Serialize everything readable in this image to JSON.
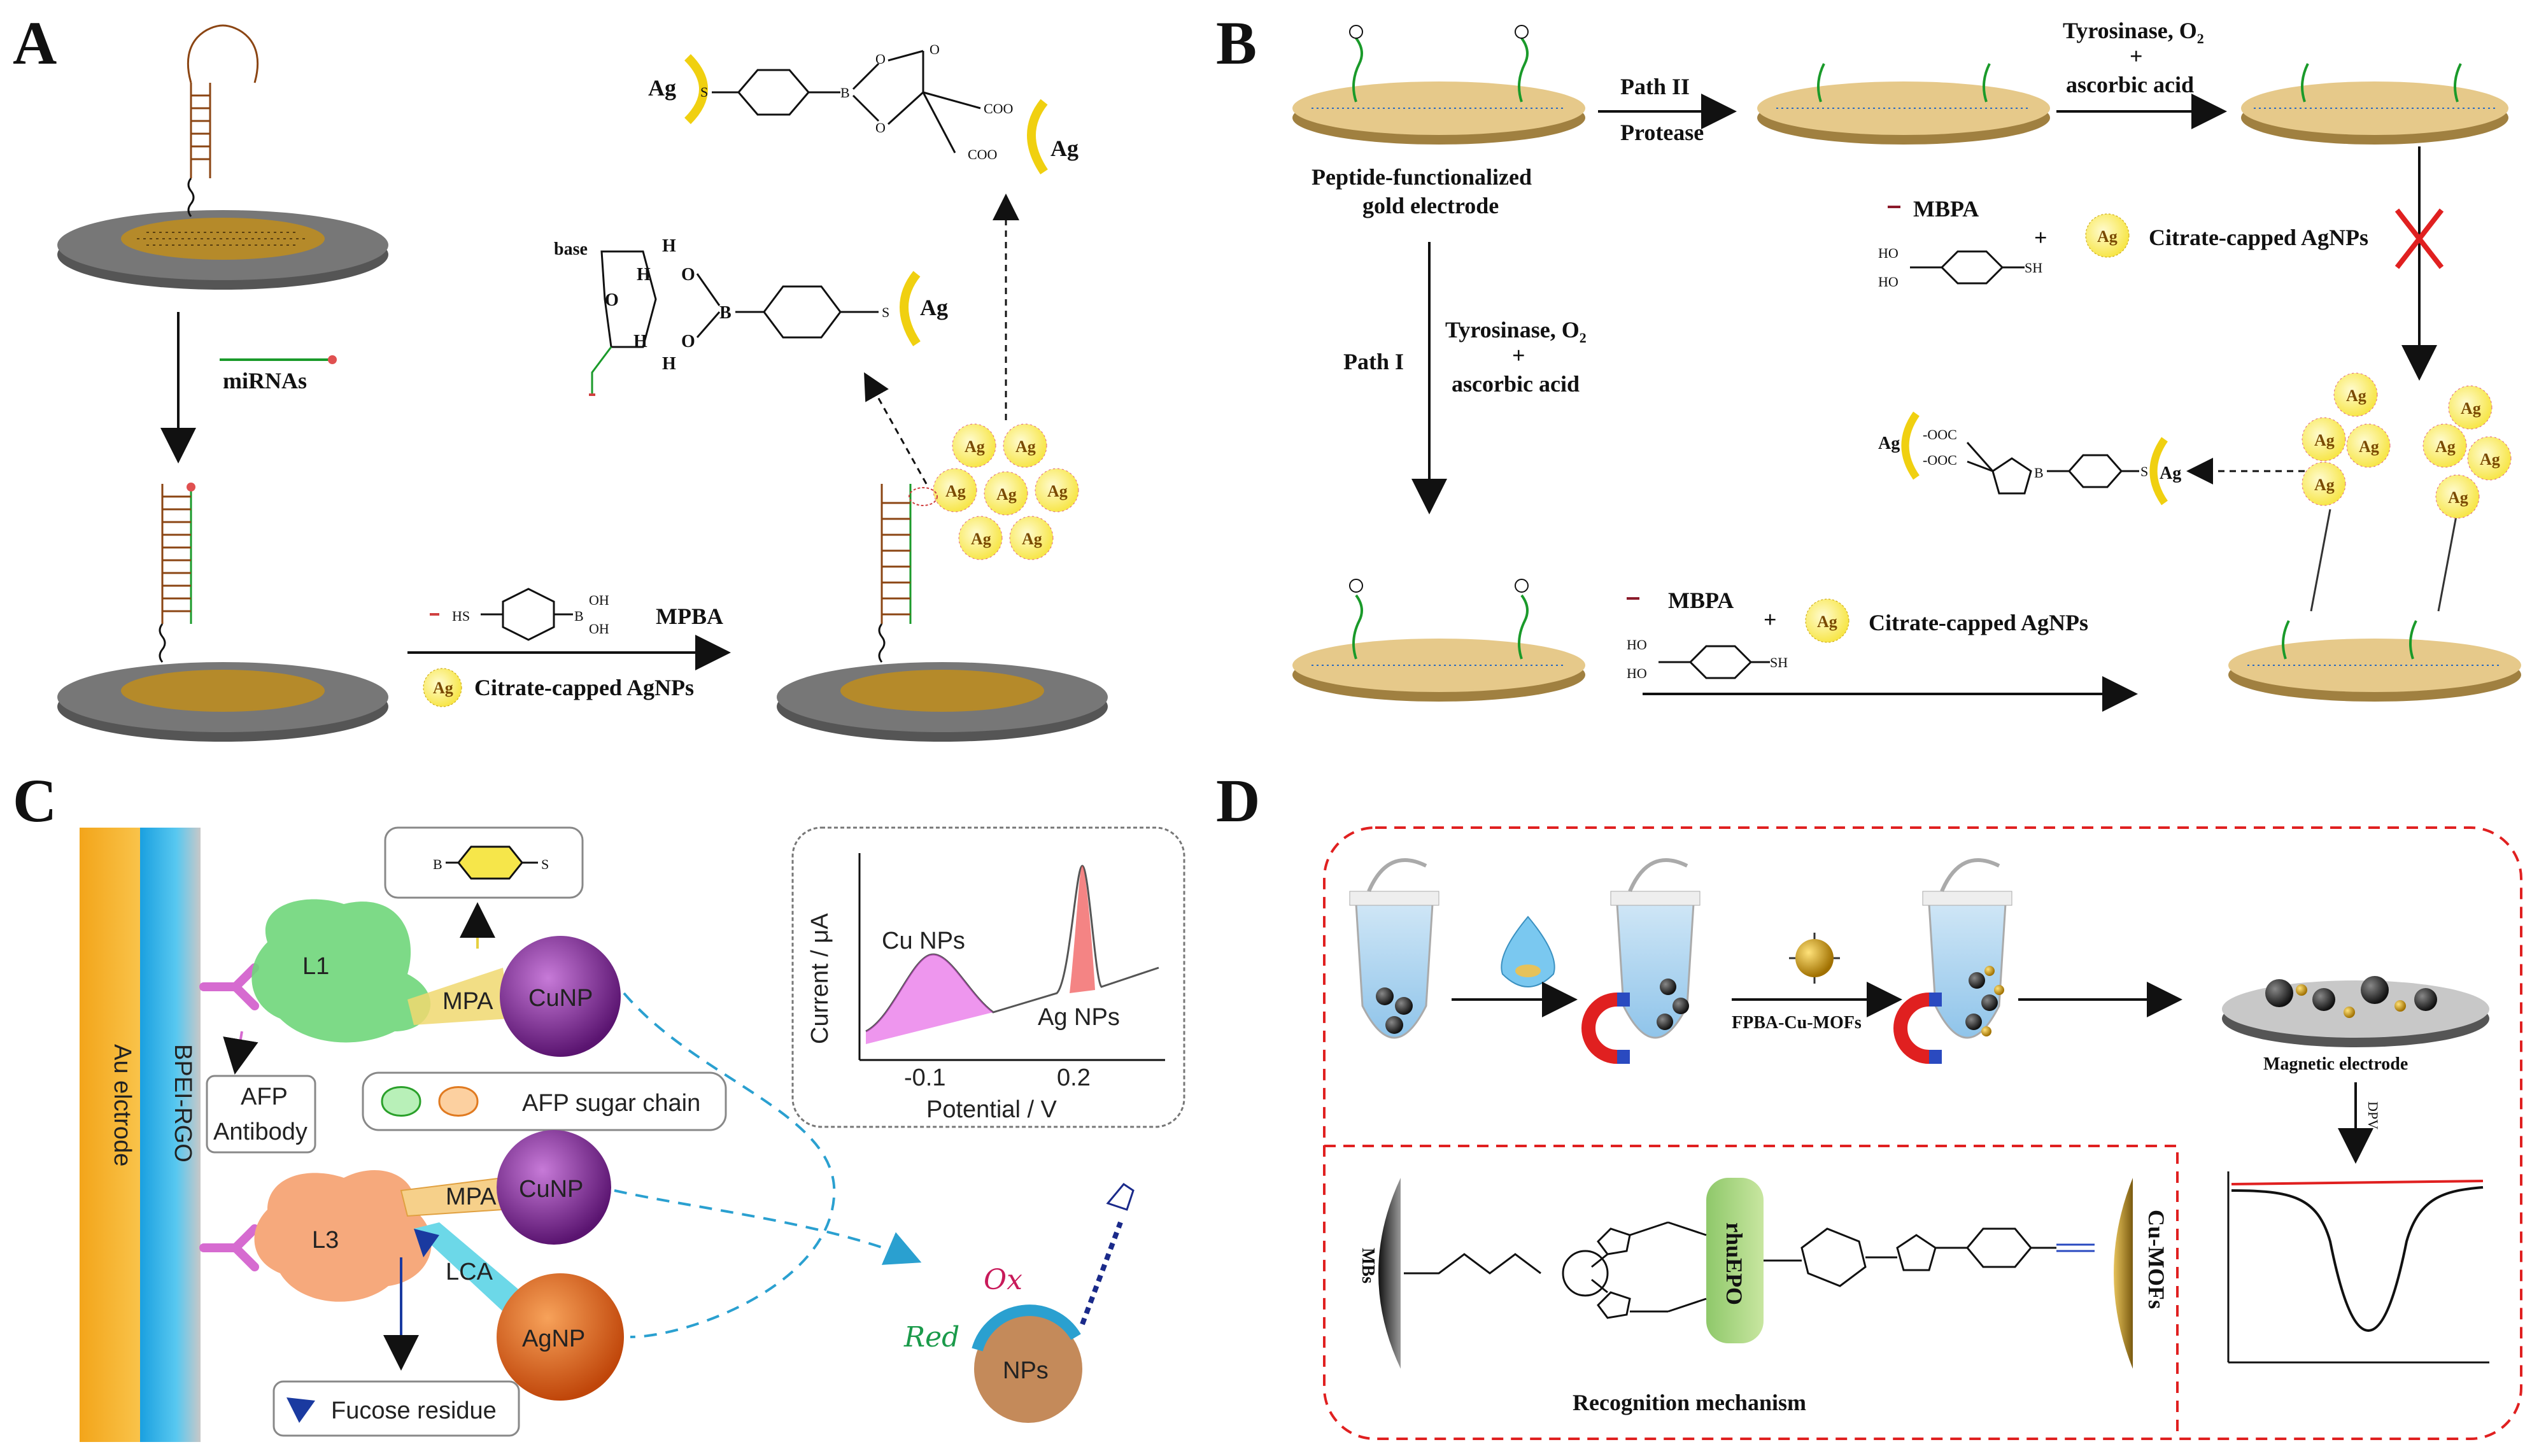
{
  "panels": {
    "A": {
      "letter": "A",
      "mirnas": "miRNAs",
      "mpba": "MPBA",
      "hs": "HS",
      "oh1": "OH",
      "oh2": "OH",
      "b": "B",
      "ag_label": "Ag",
      "citrate": "Citrate-capped AgNPs",
      "base": "base",
      "h": "H",
      "o": "O",
      "s": "S",
      "coo": "COO",
      "minus": "-"
    },
    "B": {
      "letter": "B",
      "peptide_line1": "Peptide-functionalized",
      "peptide_line2": "gold electrode",
      "path2": "Path II",
      "protease": "Protease",
      "tyrosinase": "Tyrosinase, O",
      "sub2": "2",
      "plus": "+",
      "ascorbic": "ascorbic acid",
      "path1": "Path I",
      "mbpa": "MBPA",
      "citrate": "Citrate-capped AgNPs",
      "ho": "HO",
      "sh": "SH",
      "ooc": "-OOC",
      "ag": "Ag"
    },
    "C": {
      "letter": "C",
      "au_electrode": "Au elctrode",
      "bpei": "BPEI-RGO",
      "l1": "L1",
      "l3": "L3",
      "mpa": "MPA",
      "cunp": "CuNP",
      "agnp": "AgNP",
      "lca": "LCA",
      "afp_antibody_line1": "AFP",
      "afp_antibody_line2": "Antibody",
      "afp_sugar": "AFP sugar chain",
      "fucose": "Fucose residue",
      "nps": "NPs",
      "ox": "Ox",
      "red": "Red",
      "s": "S",
      "b": "B",
      "ylabel": "Current / μA",
      "xlabel": "Potential / V",
      "tick1": "-0.1",
      "tick2": "0.2",
      "peak1": "Cu NPs",
      "peak2": "Ag NPs"
    },
    "D": {
      "letter": "D",
      "fpba": "FPBA-Cu-MOFs",
      "magnetic": "Magnetic electrode",
      "dpv": "DPV",
      "recognition": "Recognition mechanism",
      "mbs": "MBs",
      "rhuepo": "rhuEPO",
      "cumofs": "Cu-MOFs"
    }
  },
  "colors": {
    "gold": "#b58a2a",
    "ag_yellow": "#fff27a",
    "dna_brown": "#8b4513",
    "peptide_green": "#1a9a2a",
    "cunp_purple": "#7b2b8f",
    "agnp_orange": "#e0651c",
    "l1_green": "#6fd67a",
    "l3_orange": "#f6a97c",
    "antibody_pink": "#d66bd0",
    "red_dash": "#e02020"
  }
}
